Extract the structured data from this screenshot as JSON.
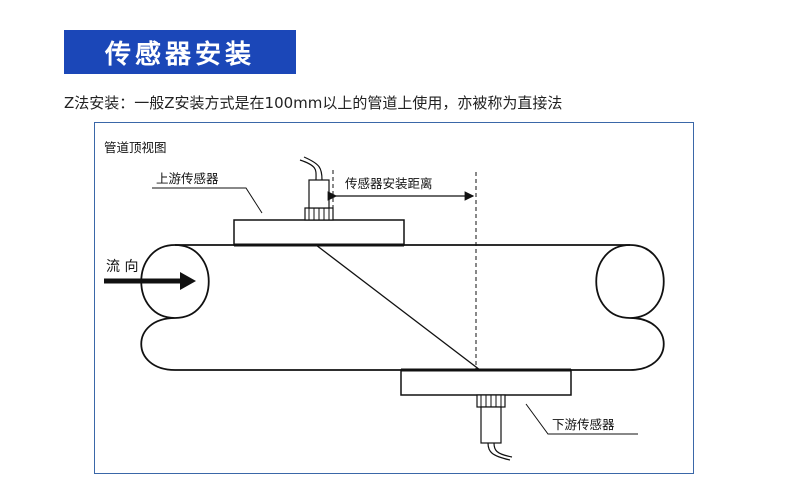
{
  "title": "传感器安装",
  "intro": "Z法安装：一般Z安装方式是在100mm以上的管道上使用，亦被称为直接法",
  "diagram": {
    "view_label": "管道顶视图",
    "upstream_label": "上游传感器",
    "distance_label": "传感器安装距离",
    "flow_label": "流 向",
    "downstream_label": "下游传感器"
  },
  "colors": {
    "banner": "#1b47b8",
    "frame": "#3a67a8"
  }
}
